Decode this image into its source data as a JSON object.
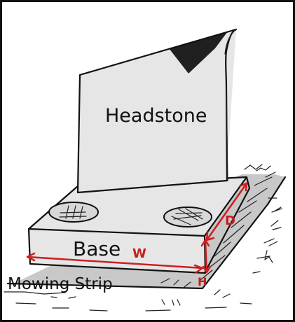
{
  "diagram": {
    "labels": {
      "headstone": "Headstone",
      "base": "Base",
      "mowing_strip": "Mowing Strip"
    },
    "dimensions": {
      "width": "W",
      "depth": "D",
      "height": "H"
    },
    "colors": {
      "outline": "#111111",
      "dimension": "#cc1f1f",
      "stone_fill": "#e6e6e6",
      "base_shadow": "#c8c8c8"
    }
  }
}
